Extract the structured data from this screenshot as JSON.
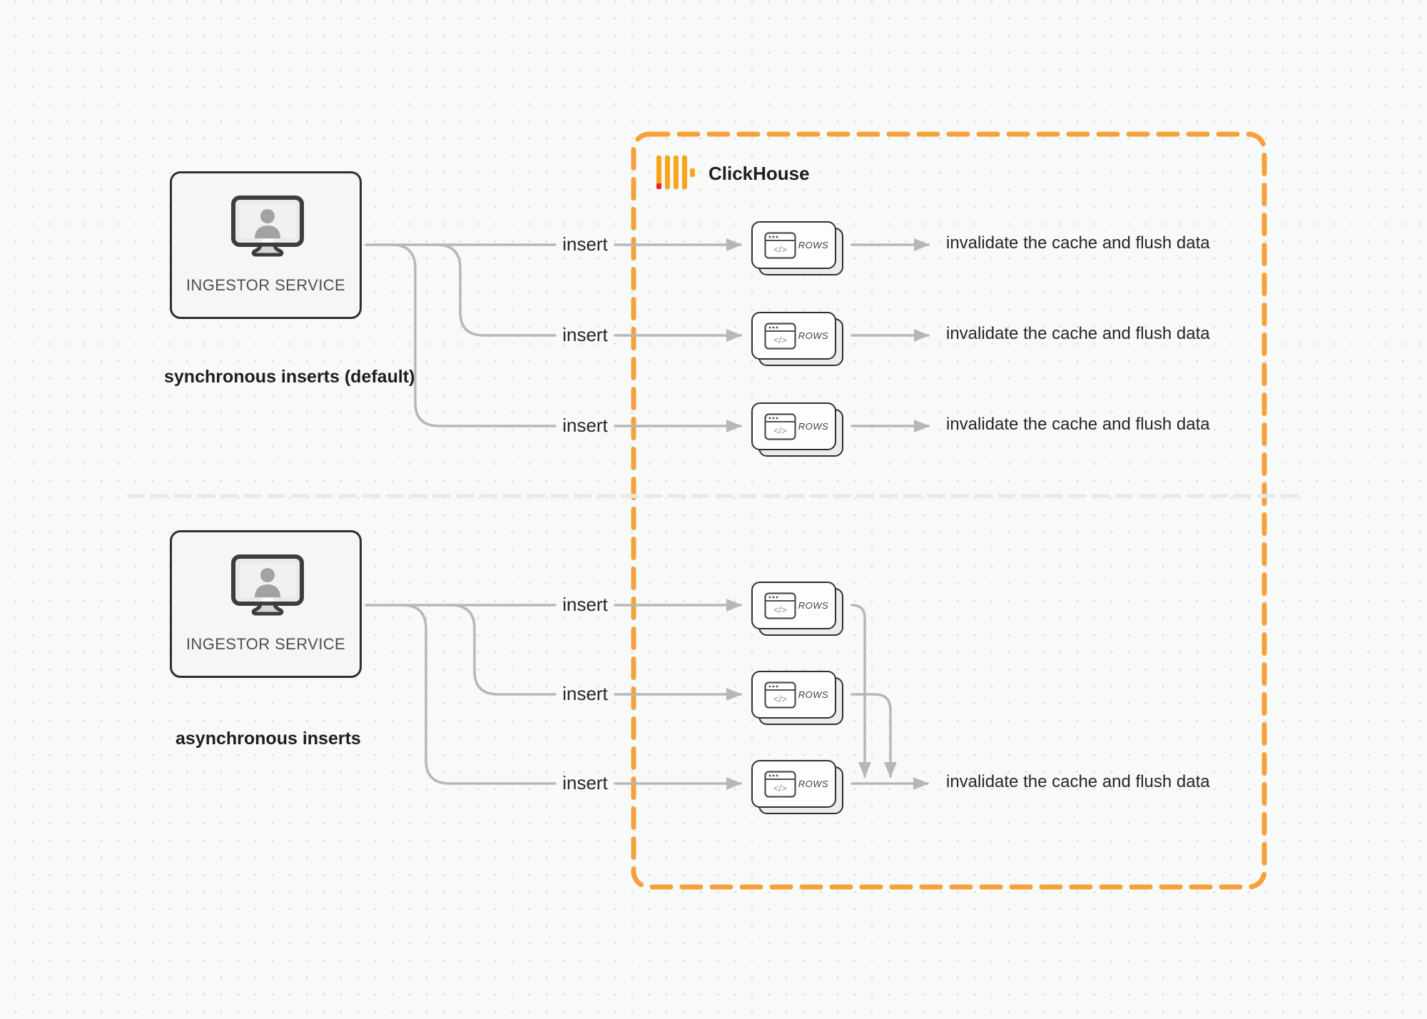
{
  "diagram_title": "ClickHouse synchronous vs asynchronous inserts",
  "colors": {
    "boundary_orange": "#f7a13a",
    "logo_amber": "#faa41c",
    "logo_red": "#e3242b",
    "connector_gray": "#b7b7b7",
    "divider_gray": "#e9e9e9",
    "card_border_dark": "#2f2f2f",
    "text_dark": "#262626"
  },
  "clickhouse": {
    "brand_label": "ClickHouse"
  },
  "icons": {
    "code_glyph": "</>"
  },
  "sections": [
    {
      "name": "synchronous",
      "caption": "synchronous inserts (default)",
      "service": {
        "label": "INGESTOR SERVICE",
        "icon": "user-workstation-icon"
      },
      "rows": [
        {
          "insert_label": "insert",
          "card_label": "ROWS",
          "result_label": "invalidate the cache and flush data"
        },
        {
          "insert_label": "insert",
          "card_label": "ROWS",
          "result_label": "invalidate the cache and flush data"
        },
        {
          "insert_label": "insert",
          "card_label": "ROWS",
          "result_label": "invalidate the cache and flush data"
        }
      ]
    },
    {
      "name": "asynchronous",
      "caption": "asynchronous inserts",
      "service": {
        "label": "INGESTOR SERVICE",
        "icon": "user-workstation-icon"
      },
      "rows": [
        {
          "insert_label": "insert",
          "card_label": "ROWS"
        },
        {
          "insert_label": "insert",
          "card_label": "ROWS"
        },
        {
          "insert_label": "insert",
          "card_label": "ROWS",
          "result_label": "invalidate the cache and flush data"
        }
      ]
    }
  ]
}
